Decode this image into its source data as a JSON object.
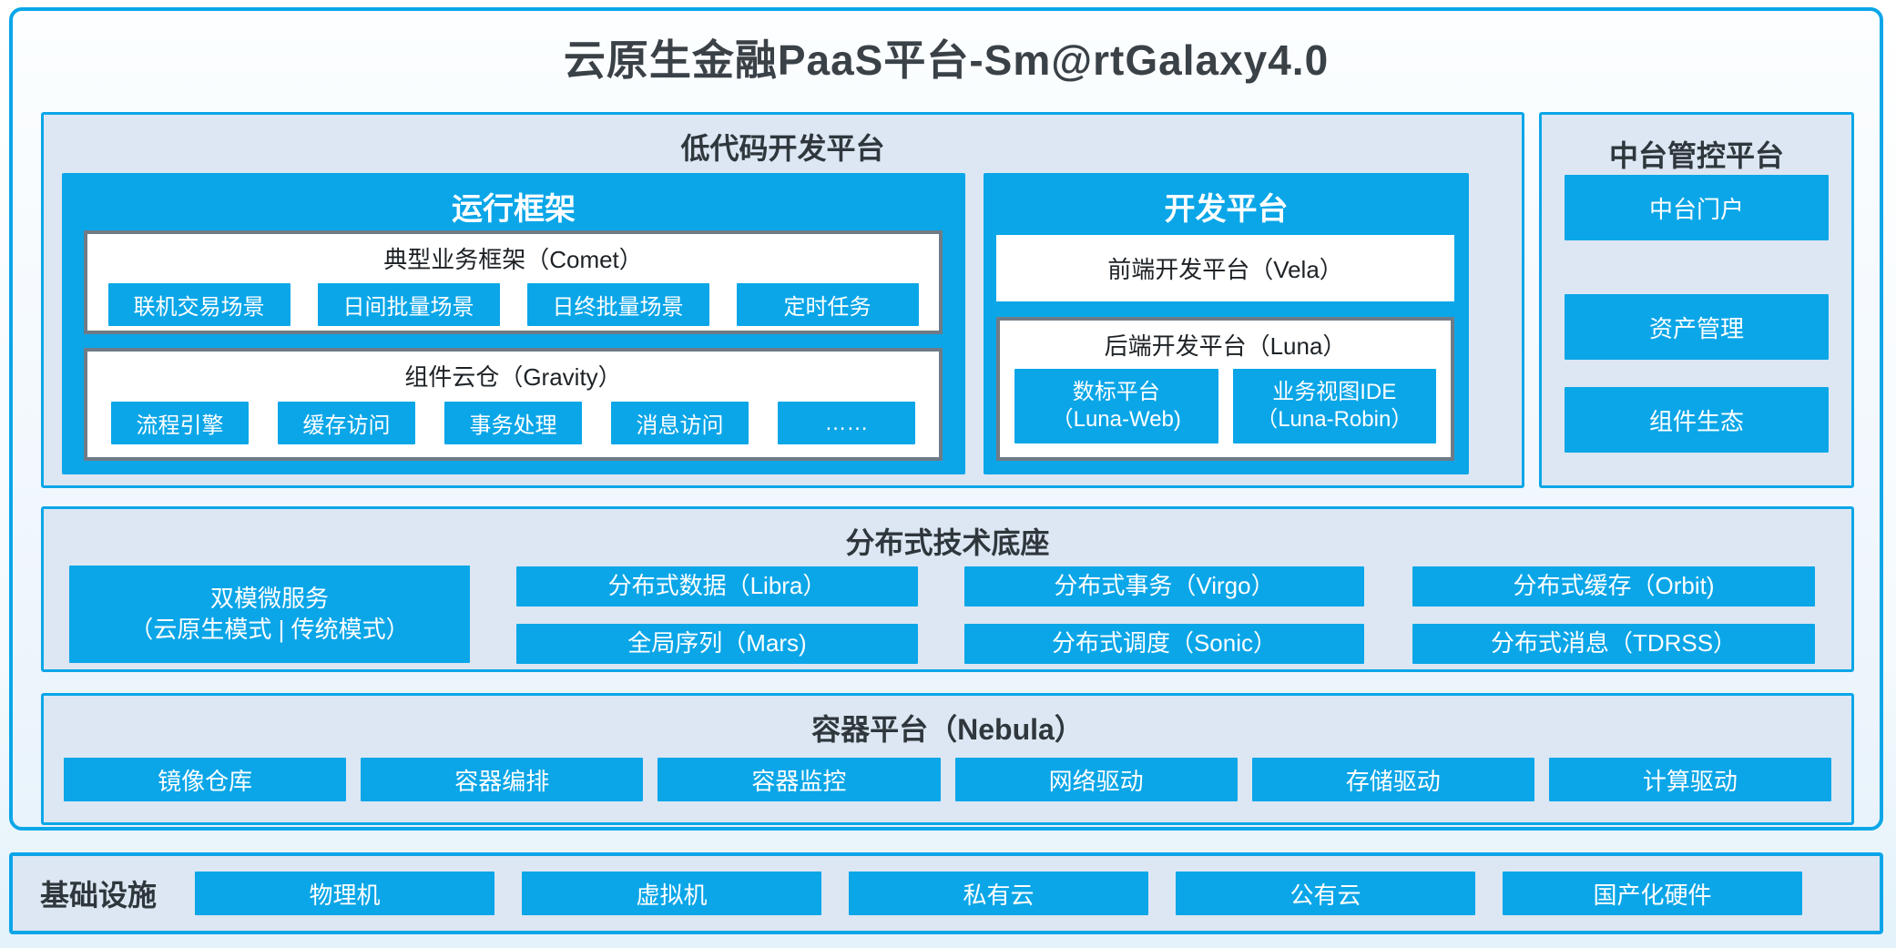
{
  "title": "云原生金融PaaS平台-Sm@rtGalaxy4.0",
  "colors": {
    "accent": "#0ba6e8",
    "panel_bg": "#dce7f3",
    "gray_border": "#6f7b86",
    "heading_text": "#2f373d",
    "title_text": "#3a4147"
  },
  "low_code": {
    "title": "低代码开发平台",
    "runtime": {
      "title": "运行框架",
      "comet": {
        "title": "典型业务框架（Comet）",
        "items": [
          "联机交易场景",
          "日间批量场景",
          "日终批量场景",
          "定时任务"
        ]
      },
      "gravity": {
        "title": "组件云仓（Gravity）",
        "items": [
          "流程引擎",
          "缓存访问",
          "事务处理",
          "消息访问",
          "……"
        ]
      }
    },
    "dev": {
      "title": "开发平台",
      "frontend": "前端开发平台（Vela）",
      "backend": {
        "title": "后端开发平台（Luna）",
        "items": [
          {
            "line1": "数标平台",
            "line2": "（Luna-Web)"
          },
          {
            "line1": "业务视图IDE",
            "line2": "（Luna-Robin）"
          }
        ]
      }
    }
  },
  "governance": {
    "title": "中台管控平台",
    "items": [
      "资产管理",
      "组件生态",
      "中台门户"
    ]
  },
  "distributed": {
    "title": "分布式技术底座",
    "microservice": {
      "line1": "双模微服务",
      "line2": "（云原生模式 | 传统模式）"
    },
    "col2": [
      "分布式数据（Libra）",
      "全局序列（Mars)"
    ],
    "col3": [
      "分布式事务（Virgo）",
      "分布式调度（Sonic）"
    ],
    "col4": [
      "分布式缓存（Orbit)",
      "分布式消息（TDRSS）"
    ]
  },
  "container_platform": {
    "title": "容器平台（Nebula）",
    "items": [
      "镜像仓库",
      "容器编排",
      "容器监控",
      "网络驱动",
      "存储驱动",
      "计算驱动"
    ]
  },
  "infrastructure": {
    "title": "基础设施",
    "items": [
      "物理机",
      "虚拟机",
      "私有云",
      "公有云",
      "国产化硬件"
    ]
  }
}
